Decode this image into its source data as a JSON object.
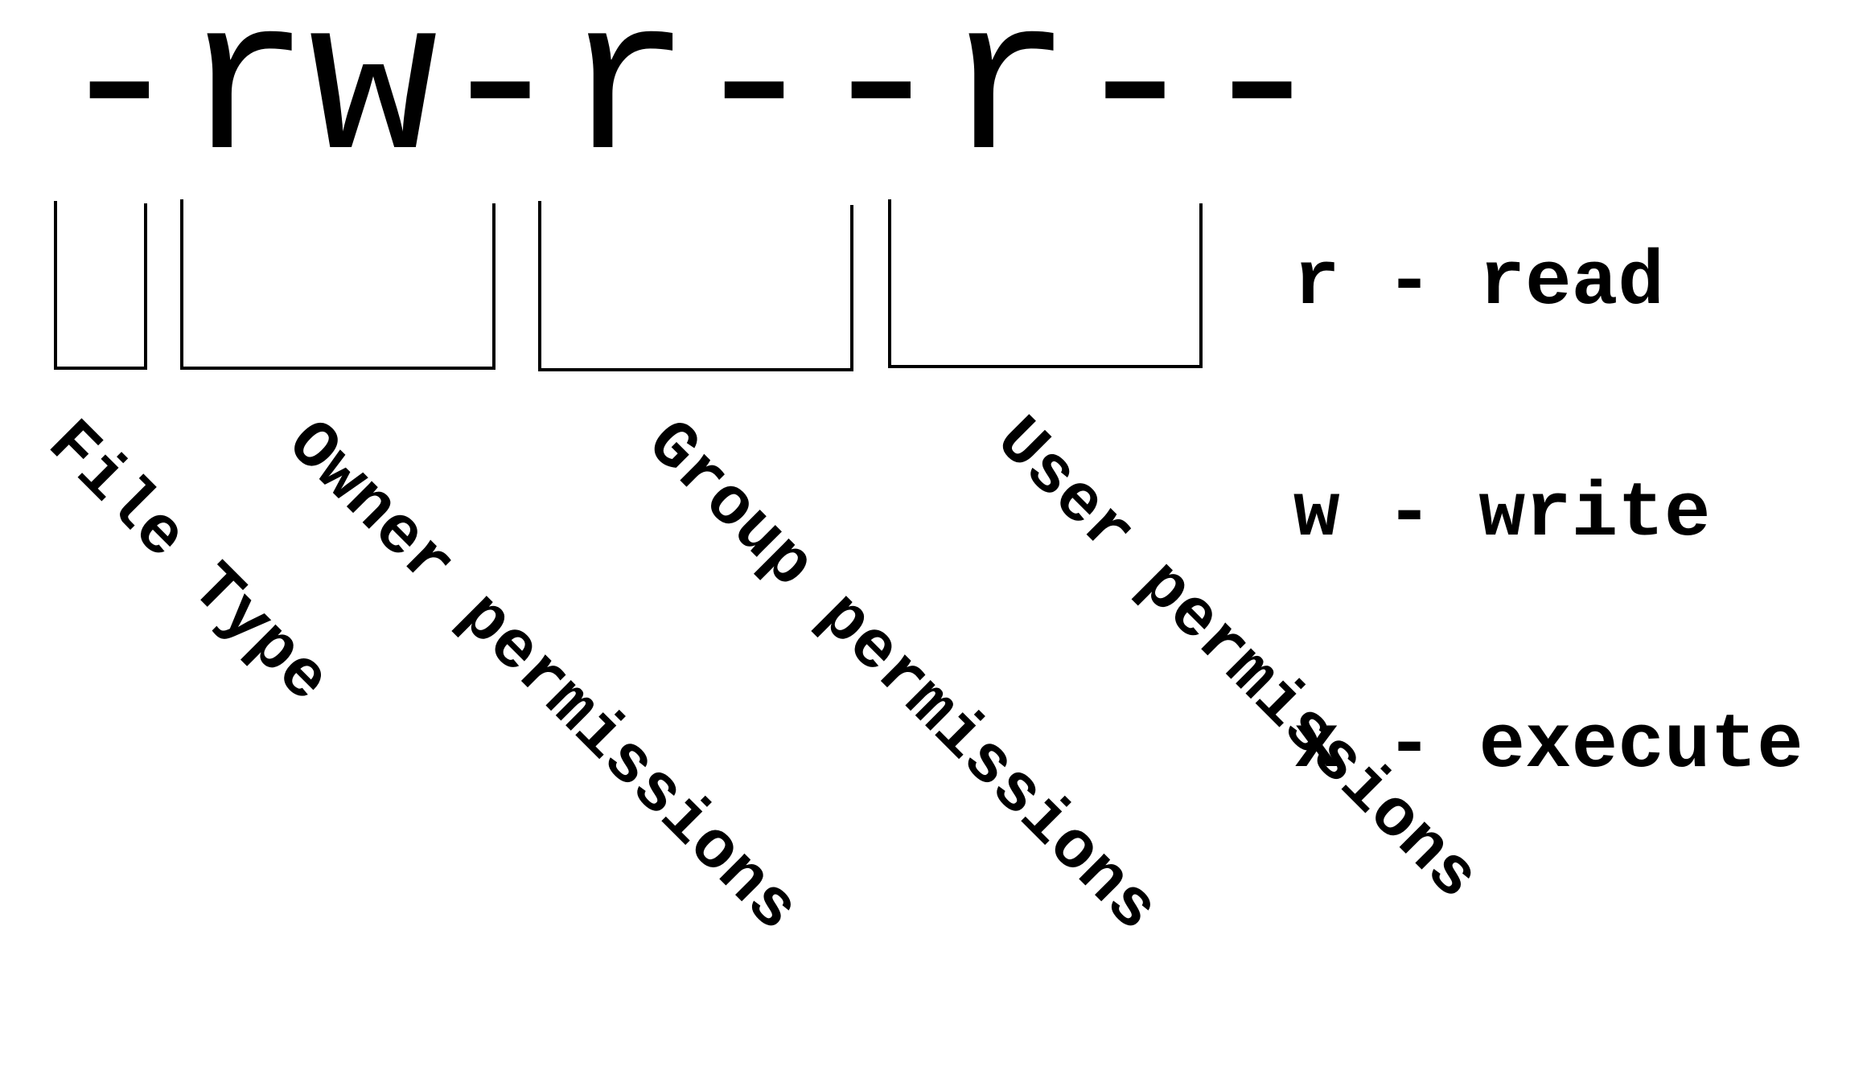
{
  "permission_string": "-rw-r--r--",
  "legend": [
    {
      "text": "r - read"
    },
    {
      "text": "w - write"
    },
    {
      "text": "x - execute"
    }
  ],
  "segments": [
    {
      "label": "File Type"
    },
    {
      "label": "Owner permissions"
    },
    {
      "label": "Group permissions"
    },
    {
      "label": "User permissions"
    }
  ],
  "colors": {
    "background": "#ffffff",
    "ink": "#000000"
  }
}
